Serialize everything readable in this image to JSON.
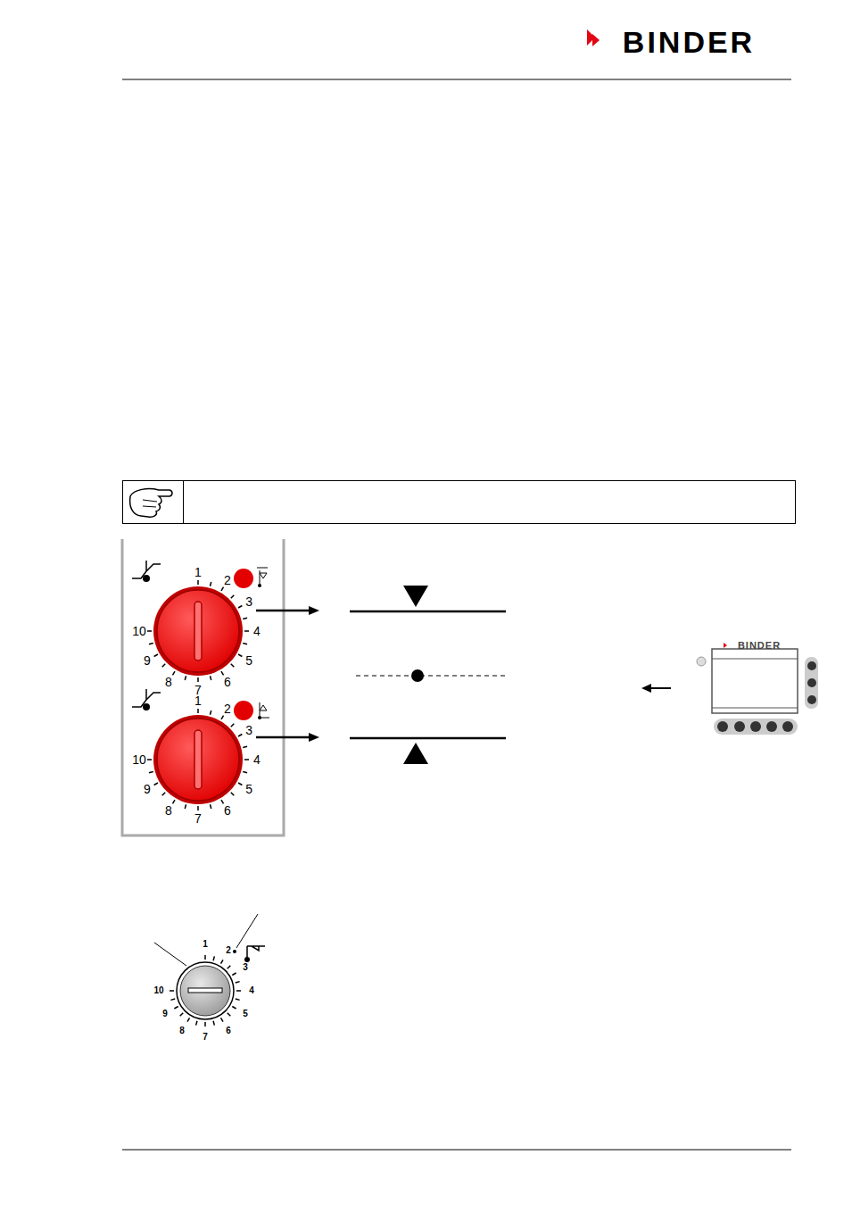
{
  "diagram": {
    "labels": [
      "BINDER",
      "1",
      "2",
      "3",
      "4",
      "5",
      "6",
      "7",
      "8",
      "9",
      "10",
      "BINDER",
      "1",
      "2",
      "3",
      "4",
      "5",
      "6",
      "7",
      "8",
      "9",
      "10",
      "1",
      "2",
      "3",
      "4",
      "5",
      "6",
      "7",
      "8",
      "9",
      "10"
    ]
  }
}
